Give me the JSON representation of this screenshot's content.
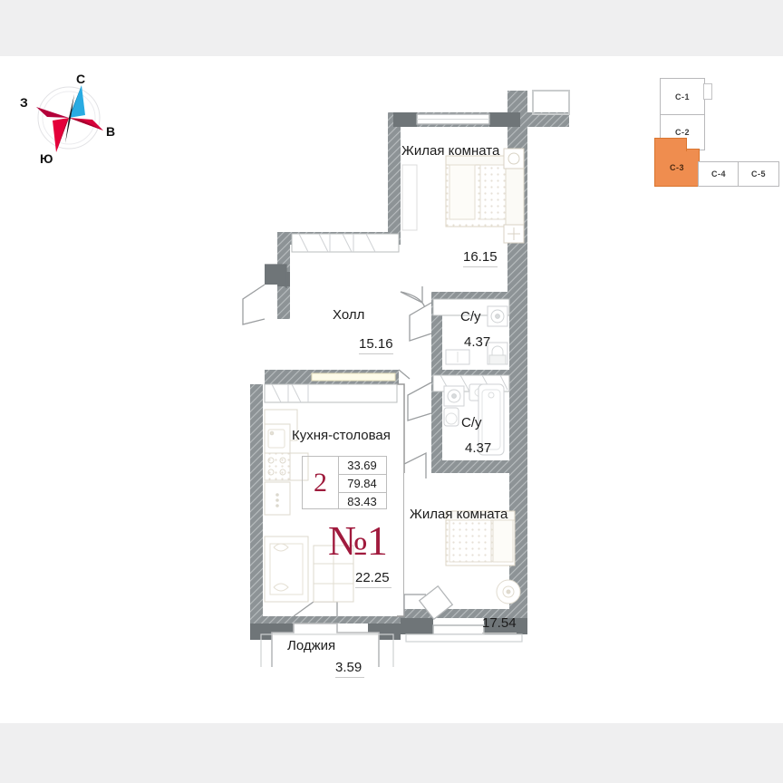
{
  "page": {
    "background_color": "#efeff0",
    "canvas_color": "#ffffff",
    "accent_color": "#a01a3d",
    "highlight_color": "#ef8d4f",
    "wall_color": "#6e7477"
  },
  "compass": {
    "name": "compass-rose",
    "north": "С",
    "east": "В",
    "south": "Ю",
    "west": "З",
    "north_color": "#29abe2",
    "south_color": "#e4003a"
  },
  "building_key": {
    "title": "",
    "highlighted": "С-3",
    "sections": [
      {
        "label": "С-1",
        "highlighted": false
      },
      {
        "label": "С-2",
        "highlighted": false
      },
      {
        "label": "С-3",
        "highlighted": true
      },
      {
        "label": "С-4",
        "highlighted": false
      },
      {
        "label": "С-5",
        "highlighted": false
      }
    ]
  },
  "apartment": {
    "number": "№1",
    "rooms_count": "2",
    "area_living": "33.69",
    "area_total": "79.84",
    "area_with_balcony": "83.43"
  },
  "rooms": [
    {
      "id": "living-room-top",
      "name": "Жилая комната",
      "area": "16.15"
    },
    {
      "id": "hall",
      "name": "Холл",
      "area": "15.16"
    },
    {
      "id": "bathroom-upper",
      "name": "С/у",
      "area": "4.37"
    },
    {
      "id": "bathroom-lower",
      "name": "С/у",
      "area": "4.37"
    },
    {
      "id": "kitchen-dining",
      "name": "Кухня-столовая",
      "area": "22.25"
    },
    {
      "id": "living-room-bottom",
      "name": "Жилая комната",
      "area": "17.54"
    },
    {
      "id": "loggia",
      "name": "Лоджия",
      "area": "3.59"
    }
  ]
}
